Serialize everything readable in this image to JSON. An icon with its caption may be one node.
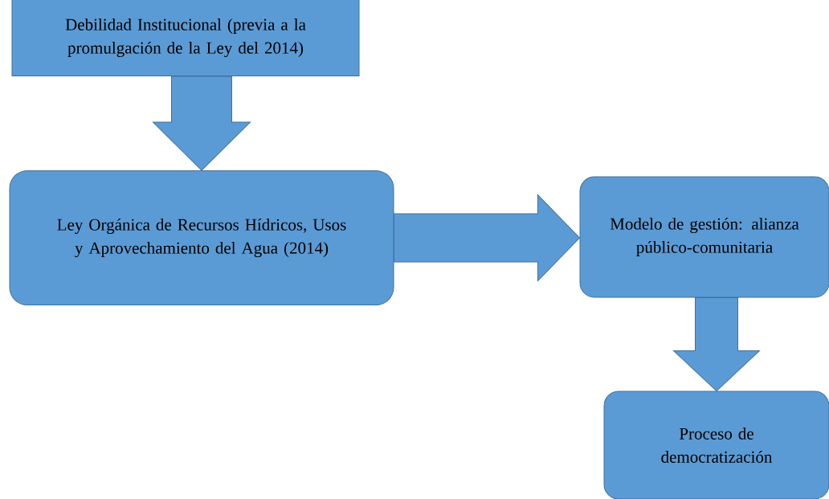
{
  "diagram": {
    "nodes": [
      {
        "text": [
          "Debilidad Institucional (previa a la promulgación de la Ley del 2014)"
        ]
      },
      {
        "text": [
          "Ley Orgánica de Recursos Hídricos, Usos y Aprovechamiento del Agua (2014)"
        ]
      },
      {
        "text": [
          "Modelo de gestión: alianza público-comunitaria"
        ]
      },
      {
        "text": [
          "Proceso de democratización"
        ]
      }
    ],
    "edges": [
      {
        "from": 0,
        "to": 1,
        "arrow": "to"
      },
      {
        "from": 1,
        "to": 2,
        "arrow": "to"
      },
      {
        "from": 2,
        "to": 3,
        "arrow": "to"
      }
    ]
  }
}
